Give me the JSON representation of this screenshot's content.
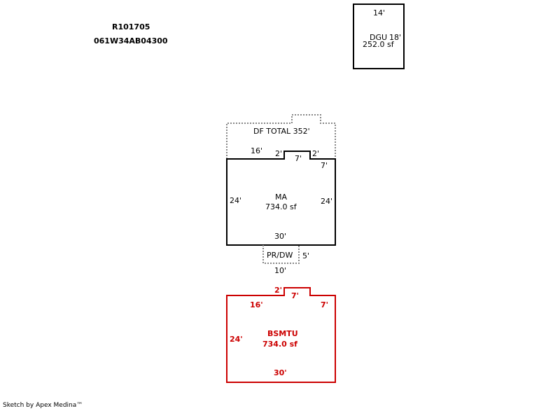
{
  "header": {
    "parcel_id": "R101705",
    "map_number": "061W34AB04300"
  },
  "dgu": {
    "label": "DGU",
    "area": "252.0 sf",
    "dim_top": "14'",
    "dim_right": "18'"
  },
  "df": {
    "label": "DF  TOTAL 352'"
  },
  "ma": {
    "label": "MA",
    "area": "734.0 sf",
    "dim_top_left": "16'",
    "dim_notch_left": "2'",
    "dim_notch_top": "7'",
    "dim_notch_right": "2'",
    "dim_top_right": "7'",
    "dim_left": "24'",
    "dim_right": "24'",
    "dim_bottom": "30'"
  },
  "prdw": {
    "label": "PR/DW",
    "dim_right": "5'",
    "dim_bottom": "10'"
  },
  "bsmtu": {
    "label": "BSMTU",
    "area": "734.0 sf",
    "dim_notch_left": "2'",
    "dim_notch_top": "7'",
    "dim_top_left": "16'",
    "dim_top_right": "7'",
    "dim_left": "24'",
    "dim_bottom": "30'",
    "color": "#cc0000"
  },
  "footer": {
    "credit": "Sketch by Apex Medina™"
  }
}
